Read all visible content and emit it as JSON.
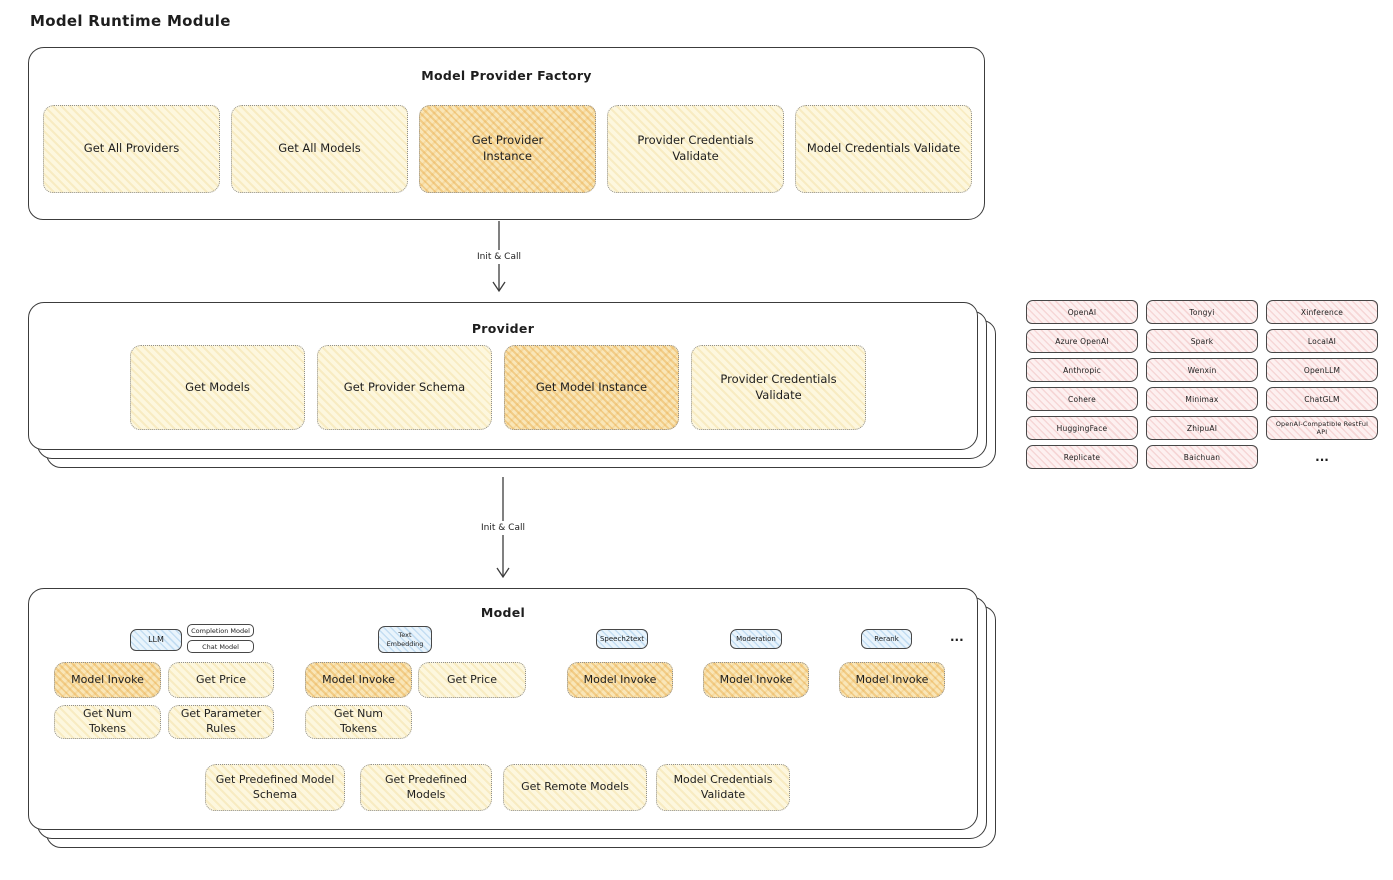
{
  "title": "Model Runtime Module",
  "arrows": {
    "top_label": "Init & Call",
    "bottom_label": "Init & Call"
  },
  "factory": {
    "title": "Model Provider Factory",
    "functions": [
      {
        "label": "Get All Providers",
        "highlight": false
      },
      {
        "label": "Get All Models",
        "highlight": false
      },
      {
        "label": "Get Provider Instance",
        "highlight": true
      },
      {
        "label": "Provider Credentials Validate",
        "highlight": false
      },
      {
        "label": "Model Credentials Validate",
        "highlight": false
      }
    ]
  },
  "provider": {
    "title": "Provider",
    "functions": [
      {
        "label": "Get Models",
        "highlight": false
      },
      {
        "label": "Get Provider Schema",
        "highlight": false
      },
      {
        "label": "Get Model Instance",
        "highlight": true
      },
      {
        "label": "Provider Credentials Validate",
        "highlight": false
      }
    ]
  },
  "providers_list": {
    "rows": [
      [
        "OpenAI",
        "Tongyi",
        "Xinference"
      ],
      [
        "Azure OpenAI",
        "Spark",
        "LocalAI"
      ],
      [
        "Anthropic",
        "Wenxin",
        "OpenLLM"
      ],
      [
        "Cohere",
        "Minimax",
        "ChatGLM"
      ],
      [
        "HuggingFace",
        "ZhipuAI",
        "OpenAI-Compatible RestFul API"
      ],
      [
        "Replicate",
        "Baichuan"
      ]
    ],
    "more": "..."
  },
  "model": {
    "title": "Model",
    "types": {
      "llm": "LLM",
      "completion": "Completion Model",
      "chat": "Chat Model",
      "text_embedding": "Text Embedding",
      "speech2text": "Speech2text",
      "moderation": "Moderation",
      "rerank": "Rerank",
      "more": "..."
    },
    "functions": {
      "model_invoke": "Model Invoke",
      "get_price": "Get Price",
      "get_num_tokens": "Get Num Tokens",
      "get_parameter_rules": "Get Parameter Rules",
      "get_predefined_model_schema": "Get Predefined Model Schema",
      "get_predefined_models": "Get Predefined Models",
      "get_remote_models": "Get Remote Models",
      "model_credentials_validate": "Model Credentials Validate"
    }
  },
  "colors": {
    "node_fill": "#fdf7de",
    "node_highlight_fill": "#f9e6b8",
    "provider_chip_fill": "#fdf0f0",
    "model_type_chip_fill": "#e9f4fc",
    "frame_border": "#3c3c3c",
    "ink": "#1e1e1e"
  }
}
